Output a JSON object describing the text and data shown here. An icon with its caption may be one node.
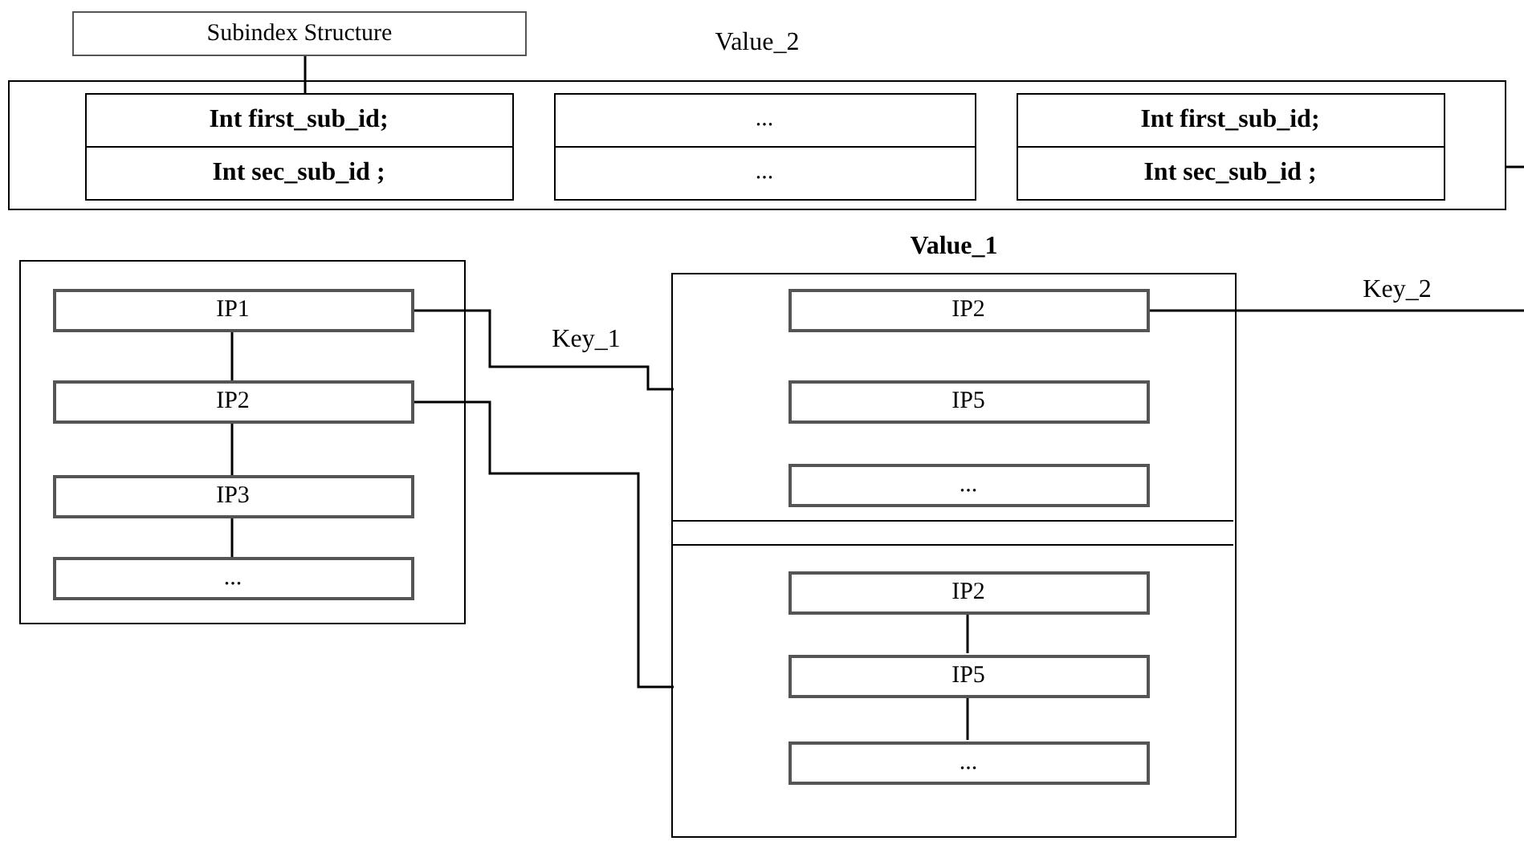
{
  "diagram": {
    "nodes": [
      {
        "text": [
          "Subindex Structure"
        ]
      },
      {
        "text": [
          "Value_2"
        ]
      },
      {
        "text": [
          "Int first_sub_id;"
        ],
        "in": 1
      },
      {
        "text": [
          "Int sec_sub_id ;"
        ],
        "in": 1
      },
      {
        "text": [
          "..."
        ],
        "in": 1
      },
      {
        "text": [
          "..."
        ],
        "in": 1
      },
      {
        "text": [
          "Int first_sub_id;"
        ],
        "in": 1
      },
      {
        "text": [
          "Int sec_sub_id ;"
        ],
        "in": 1
      },
      {
        "text": [],
        "shape": "box"
      },
      {
        "text": [
          "IP1"
        ],
        "in": 8
      },
      {
        "text": [
          "IP2"
        ],
        "in": 8
      },
      {
        "text": [
          "IP3"
        ],
        "in": 8
      },
      {
        "text": [
          "..."
        ],
        "in": 8
      },
      {
        "text": [
          "Value_1"
        ]
      },
      {
        "text": [],
        "shape": "box",
        "in": 13
      },
      {
        "text": [
          "IP2"
        ],
        "in": 14
      },
      {
        "text": [
          "IP5"
        ],
        "in": 14
      },
      {
        "text": [
          "..."
        ],
        "in": 14
      },
      {
        "text": [],
        "shape": "box",
        "in": 13
      },
      {
        "text": [
          "IP2"
        ],
        "in": 18
      },
      {
        "text": [
          "IP5"
        ],
        "in": 18
      },
      {
        "text": [
          "..."
        ],
        "in": 18
      }
    ],
    "edges": [
      {
        "from": 0,
        "to": 2,
        "arrow": "none"
      },
      {
        "from": 9,
        "to": 10,
        "arrow": "none"
      },
      {
        "from": 10,
        "to": 11,
        "arrow": "none"
      },
      {
        "from": 11,
        "to": 12,
        "arrow": "none"
      },
      {
        "from": 9,
        "to": 14,
        "arrow": "none",
        "label": "Key_1"
      },
      {
        "from": 10,
        "to": 18,
        "arrow": "none"
      },
      {
        "from": 15,
        "to": null,
        "arrow": "none",
        "label": "Key_2"
      },
      {
        "from": 1,
        "to": null,
        "arrow": "none"
      },
      {
        "from": 19,
        "to": 20,
        "arrow": "none"
      },
      {
        "from": 20,
        "to": 21,
        "arrow": "none"
      }
    ]
  }
}
